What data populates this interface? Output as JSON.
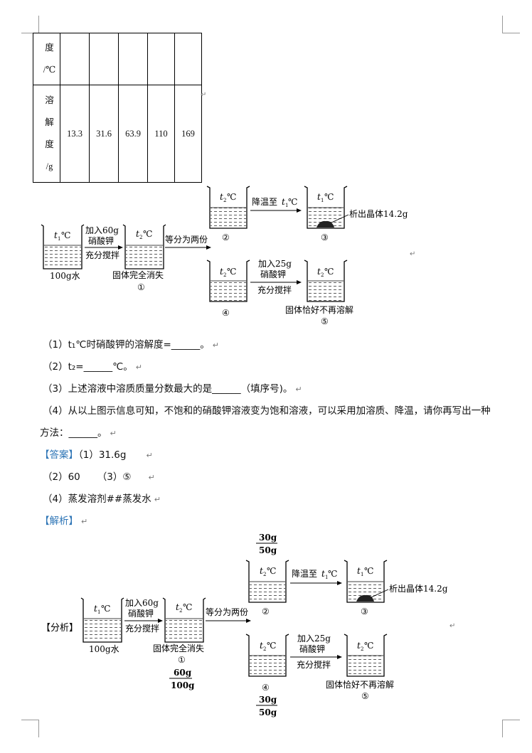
{
  "table": {
    "header_rows": [
      "度",
      "/℃"
    ],
    "solubility_rows": [
      "溶",
      "解",
      "度",
      "/g"
    ],
    "values": [
      "13.3",
      "31.6",
      "63.9",
      "110",
      "169"
    ]
  },
  "figure": {
    "t1": "t",
    "sub1": "1",
    "sub2": "2",
    "deg": "℃",
    "water": "100g水",
    "add_line1": "加入60g",
    "add_line2": "硝酸钾",
    "add_line3": "充分搅拌",
    "dissolve": "固体完全消失",
    "label_1": "①",
    "split": "等分为两份",
    "cool_prefix": "降温至",
    "crystal": "析出晶体14.2g",
    "label_2": "②",
    "label_3": "③",
    "add25_line1": "加入25g",
    "add25_line2": "硝酸钾",
    "add25_line3": "充分搅拌",
    "no_dissolve": "固体恰好不再溶解",
    "label_4": "④",
    "label_5": "⑤"
  },
  "questions": {
    "q1": "（1）t₁℃时硝酸钾的溶解度=______。",
    "q2": "（2）t₂=______℃。",
    "q3": "（3）上述溶液中溶质质量分数最大的是______（填序号)。",
    "q4_line1": "（4）从以上图示信息可知，不饱和的硝酸钾溶液变为饱和溶液，可以采用加溶质、降温，请你再写出一种",
    "q4_line2": "方法：______。"
  },
  "answer": {
    "tag": "【答案】",
    "a1": "（1）31.6g",
    "a2": "（2）60",
    "a3": "（3）⑤",
    "a4": "（4）蒸发溶剂##蒸发水"
  },
  "analysis": {
    "tag": "【解析】",
    "fenxi": "【分析】",
    "frac_top_num": "30g",
    "frac_top_den": "50g",
    "frac_mid_num": "60g",
    "frac_mid_den": "100g",
    "frac_bot_num": "30g",
    "frac_bot_den": "50g"
  },
  "marks": {
    "paragraph": "↵"
  }
}
